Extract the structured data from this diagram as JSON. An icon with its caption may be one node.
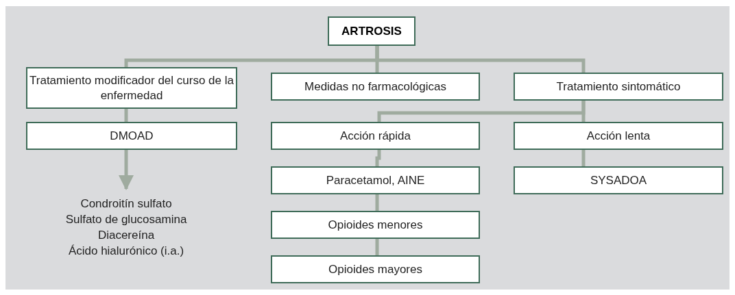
{
  "diagram": {
    "nodes": [
      {
        "text": [
          "ARTROSIS"
        ]
      },
      {
        "text": [
          "Tratamiento modificador del curso de la enfermedad"
        ]
      },
      {
        "text": [
          "Medidas no farmacológicas"
        ]
      },
      {
        "text": [
          "Tratamiento sintomático"
        ]
      },
      {
        "text": [
          "DMOAD"
        ]
      },
      {
        "text": [
          "Acción rápida"
        ]
      },
      {
        "text": [
          "Acción lenta"
        ]
      },
      {
        "text": [
          "Paracetamol, AINE"
        ]
      },
      {
        "text": [
          "SYSADOA"
        ]
      },
      {
        "text": [
          "Condroitín sulfato",
          "Sulfato de glucosamina",
          "Diacereína",
          "Ácido hialurónico (i.a.)"
        ]
      },
      {
        "text": [
          "Opioides menores"
        ]
      },
      {
        "text": [
          "Opioides mayores"
        ]
      }
    ],
    "edges": [
      {
        "from": 0,
        "to": 1,
        "arrow": "none"
      },
      {
        "from": 0,
        "to": 2,
        "arrow": "none"
      },
      {
        "from": 0,
        "to": 3,
        "arrow": "none"
      },
      {
        "from": 1,
        "to": 4,
        "arrow": "none"
      },
      {
        "from": 3,
        "to": 5,
        "arrow": "none"
      },
      {
        "from": 3,
        "to": 6,
        "arrow": "none"
      },
      {
        "from": 4,
        "to": 9,
        "arrow": "to"
      },
      {
        "from": 5,
        "to": 7,
        "arrow": "none"
      },
      {
        "from": 6,
        "to": 8,
        "arrow": "none"
      },
      {
        "from": 7,
        "to": 10,
        "arrow": "none"
      },
      {
        "from": 10,
        "to": 11,
        "arrow": "none"
      }
    ]
  }
}
